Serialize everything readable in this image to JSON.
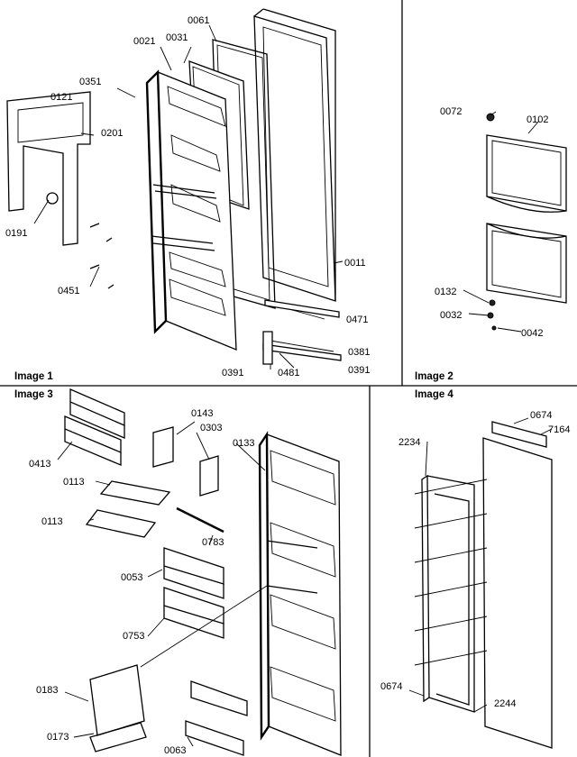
{
  "panels": [
    {
      "caption": "Image 1",
      "callouts": [
        "0061",
        "0021",
        "0031",
        "0351",
        "0121",
        "0201",
        "0191",
        "0451",
        "0011",
        "0471",
        "0381",
        "0391",
        "0481",
        "0391"
      ]
    },
    {
      "caption": "Image 2",
      "callouts": [
        "0072",
        "0102",
        "0132",
        "0032",
        "0042"
      ]
    },
    {
      "caption": "Image 3",
      "callouts": [
        "0143",
        "0303",
        "0133",
        "0413",
        "0113",
        "0113",
        "0783",
        "0053",
        "0753",
        "0183",
        "0173",
        "0063"
      ]
    },
    {
      "caption": "Image 4",
      "callouts": [
        "0674",
        "7164",
        "2234",
        "0674",
        "2244"
      ]
    }
  ]
}
